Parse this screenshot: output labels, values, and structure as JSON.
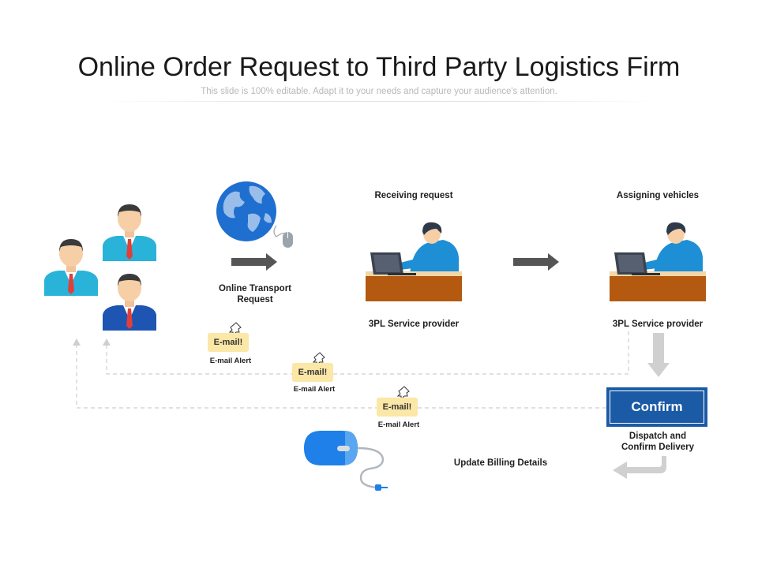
{
  "slide": {
    "title": "Online Order Request to Third Party Logistics Firm",
    "subtitle": "This slide is 100% editable. Adapt it to your needs and capture your audience's attention."
  },
  "steps": {
    "online_request": "Online Transport\nRequest",
    "receiving_request": "Receiving  request",
    "assigning_vehicles": "Assigning vehicles",
    "provider_1": "3PL Service provider",
    "provider_2": "3PL Service provider",
    "confirm_button": "Confirm",
    "dispatch": "Dispatch and\nConfirm Delivery",
    "billing": "Update Billing  Details"
  },
  "alerts": [
    {
      "tag": "E-mail!",
      "caption": "E-mail Alert"
    },
    {
      "tag": "E-mail!",
      "caption": "E-mail Alert"
    },
    {
      "tag": "E-mail!",
      "caption": "E-mail Alert"
    }
  ],
  "colors": {
    "accent_blue": "#1b5aa5",
    "alert_yellow": "#fbe7a6",
    "desk_brown": "#b35a10",
    "arrow_gray": "#555555"
  }
}
